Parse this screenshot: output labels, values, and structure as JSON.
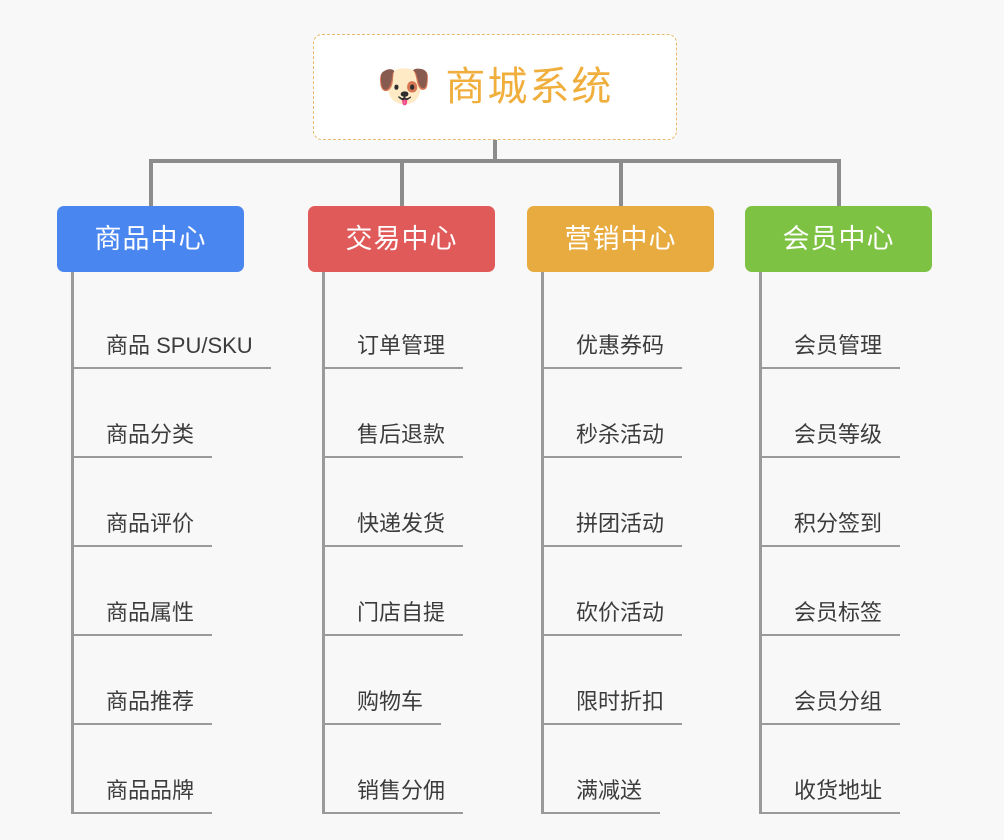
{
  "background_color": "#f8f8f8",
  "root": {
    "icon": "shiba-dog-face-icon",
    "icon_glyph": "🐶",
    "title": "商城系统",
    "title_color": "#f0ae3d",
    "border_color": "#e8b96a",
    "background_color": "#ffffff"
  },
  "connector_color": "#8c8c8c",
  "columns": [
    {
      "label": "商品中心",
      "color": "#4a86f0",
      "label_color": "#ffffff",
      "items": [
        "商品 SPU/SKU",
        "商品分类",
        "商品评价",
        "商品属性",
        "商品推荐",
        "商品品牌"
      ]
    },
    {
      "label": "交易中心",
      "color": "#e15a5a",
      "label_color": "#ffffff",
      "items": [
        "订单管理",
        "售后退款",
        "快递发货",
        "门店自提",
        "购物车",
        "销售分佣"
      ]
    },
    {
      "label": "营销中心",
      "color": "#e8ab3f",
      "label_color": "#ffffff",
      "items": [
        "优惠券码",
        "秒杀活动",
        "拼团活动",
        "砍价活动",
        "限时折扣",
        "满减送"
      ]
    },
    {
      "label": "会员中心",
      "color": "#7dc242",
      "label_color": "#ffffff",
      "items": [
        "会员管理",
        "会员等级",
        "积分签到",
        "会员标签",
        "会员分组",
        "收货地址"
      ]
    }
  ]
}
